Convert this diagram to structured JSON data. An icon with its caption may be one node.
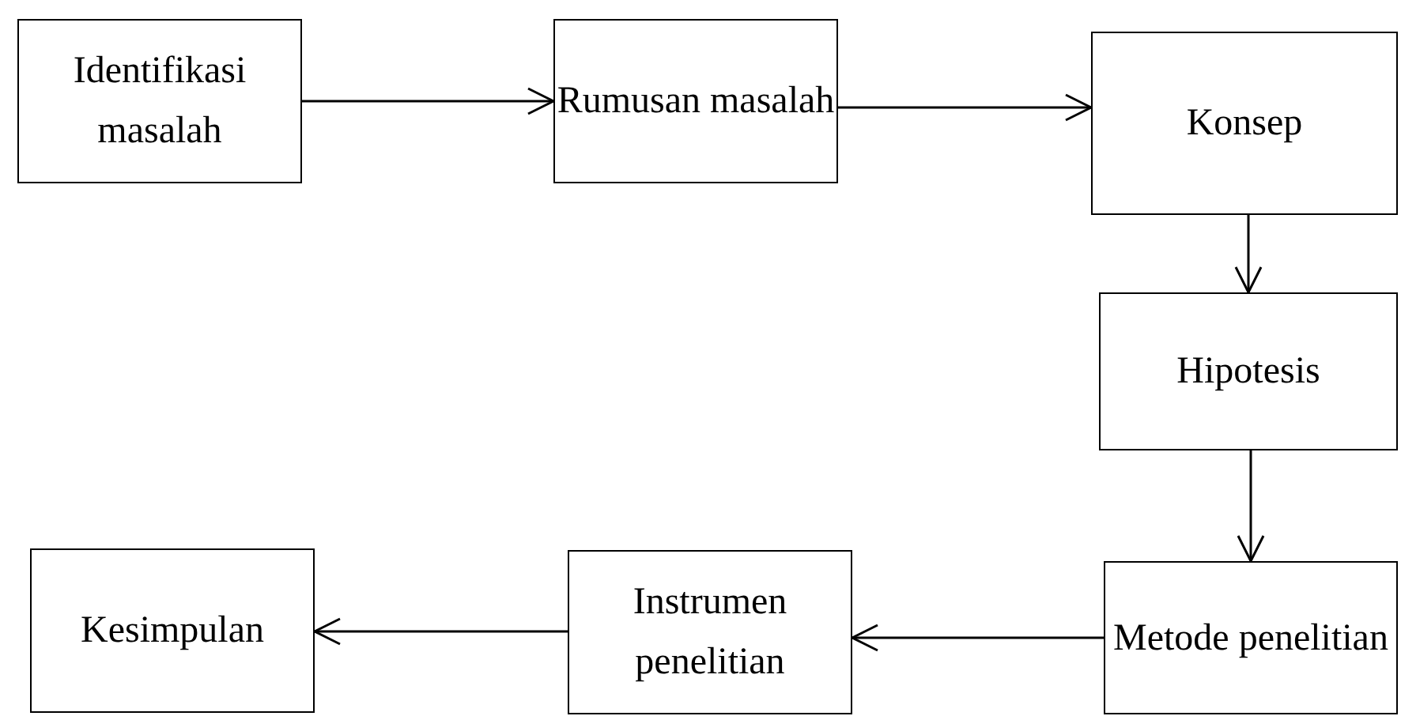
{
  "diagram": {
    "nodes": [
      {
        "text": [
          "Identifikasi masalah"
        ]
      },
      {
        "text": [
          "Rumusan masalah"
        ]
      },
      {
        "text": [
          "Konsep"
        ]
      },
      {
        "text": [
          "Hipotesis"
        ]
      },
      {
        "text": [
          "Metode penelitian"
        ]
      },
      {
        "text": [
          "Instrumen penelitian"
        ]
      },
      {
        "text": [
          "Kesimpulan"
        ]
      }
    ],
    "edges": [
      {
        "from": 0,
        "to": 1,
        "arrow": "to"
      },
      {
        "from": 1,
        "to": 2,
        "arrow": "to"
      },
      {
        "from": 2,
        "to": 3,
        "arrow": "to"
      },
      {
        "from": 3,
        "to": 4,
        "arrow": "to"
      },
      {
        "from": 4,
        "to": 5,
        "arrow": "to"
      },
      {
        "from": 5,
        "to": 6,
        "arrow": "to"
      }
    ]
  }
}
